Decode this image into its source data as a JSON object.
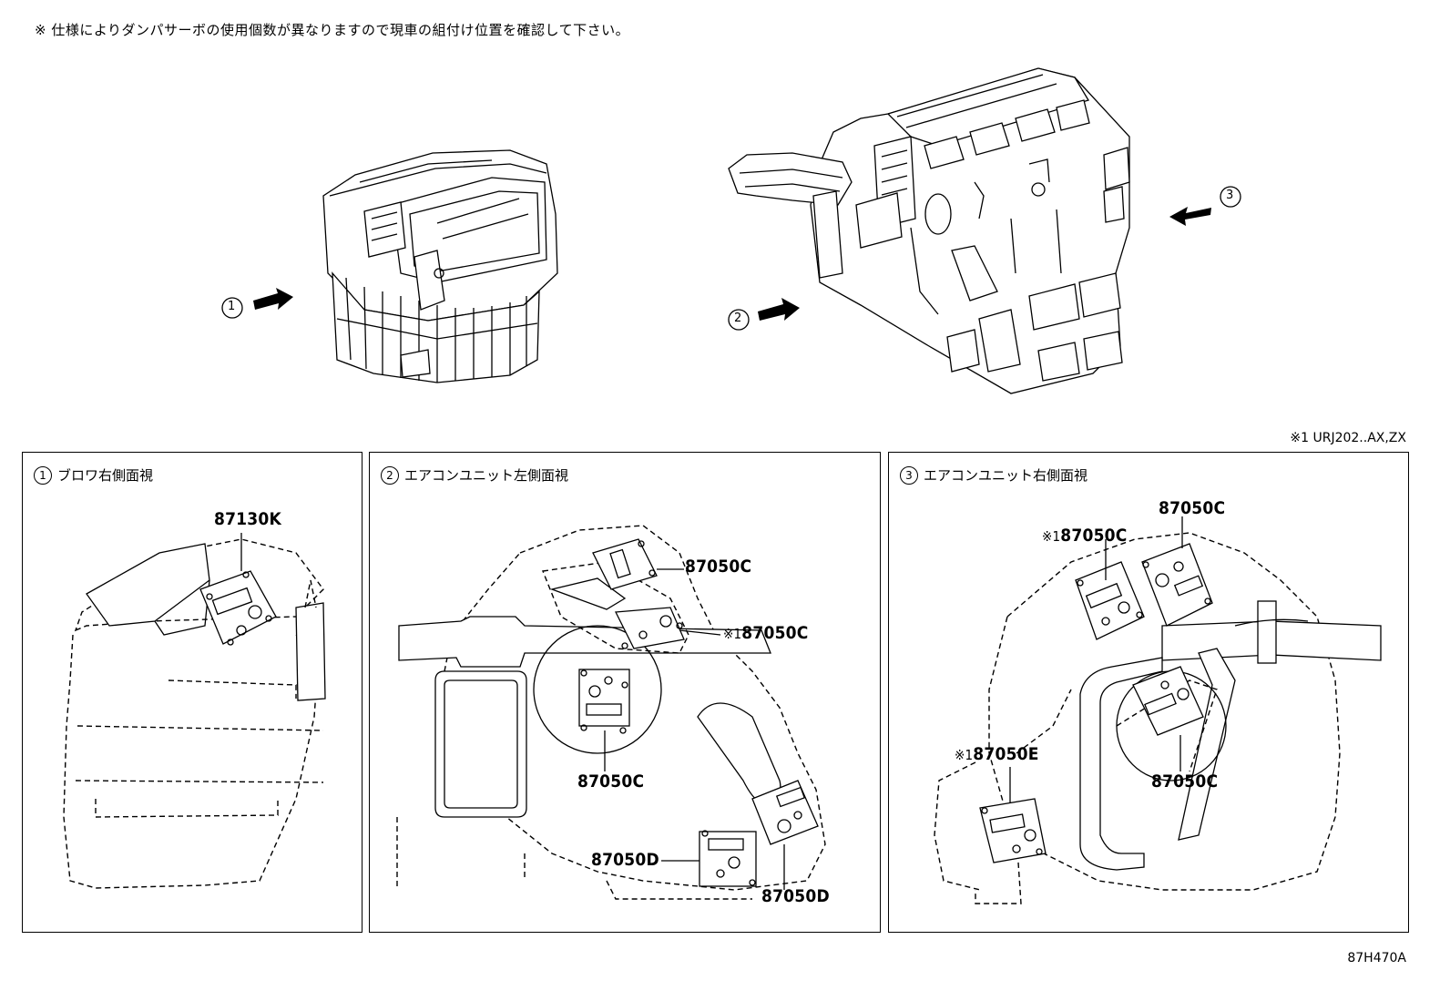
{
  "note": "※  仕様によりダンパサーボの使用個数が異なりますので現車の組付け位置を確認して下さい。",
  "spec_note": "※1 URJ202..AX,ZX",
  "doc_id": "87H470A",
  "overview": {
    "callouts": [
      "1",
      "2",
      "3"
    ]
  },
  "panels": [
    {
      "number": "1",
      "title": "ブロワ右側面視",
      "parts": [
        {
          "code": "87130K",
          "mark": ""
        }
      ]
    },
    {
      "number": "2",
      "title": "エアコンユニット左側面視",
      "parts": [
        {
          "code": "87050C",
          "mark": ""
        },
        {
          "code": "87050C",
          "mark": "※1"
        },
        {
          "code": "87050C",
          "mark": ""
        },
        {
          "code": "87050D",
          "mark": ""
        },
        {
          "code": "87050D",
          "mark": ""
        }
      ]
    },
    {
      "number": "3",
      "title": "エアコンユニット右側面視",
      "parts": [
        {
          "code": "87050C",
          "mark": ""
        },
        {
          "code": "87050C",
          "mark": "※1"
        },
        {
          "code": "87050E",
          "mark": "※1"
        },
        {
          "code": "87050C",
          "mark": ""
        }
      ]
    }
  ]
}
